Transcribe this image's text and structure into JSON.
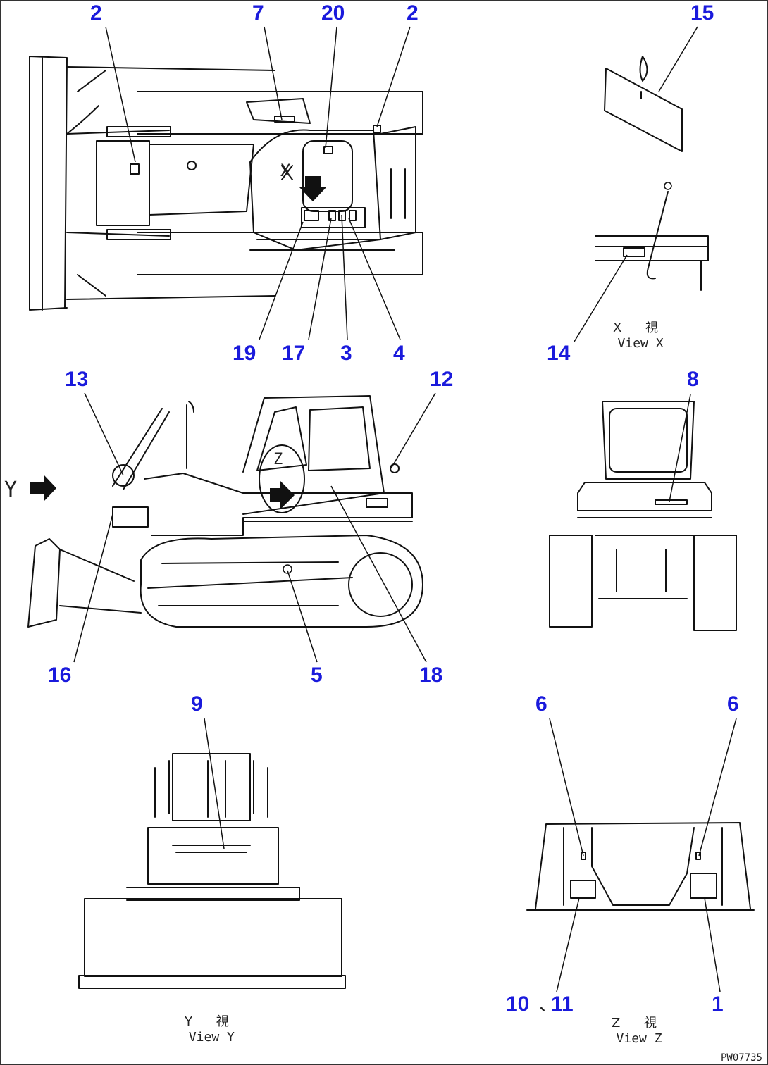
{
  "callouts": {
    "c2a": "2",
    "c7": "7",
    "c20": "20",
    "c2b": "2",
    "c15": "15",
    "c19": "19",
    "c17": "17",
    "c3": "3",
    "c4": "4",
    "c14": "14",
    "c13": "13",
    "c12": "12",
    "c8": "8",
    "c16": "16",
    "c5": "5",
    "c18": "18",
    "c9": "9",
    "c6a": "6",
    "c6b": "6",
    "c10": "10",
    "csep": "、",
    "c11": "11",
    "c1": "1"
  },
  "view_labels": {
    "x_jp": "X 視",
    "x_en": "View X",
    "y_jp": "Y 視",
    "y_en": "View Y",
    "z_jp": "Z 視",
    "z_en": "View Z"
  },
  "side_view_markers": {
    "arrow_y": "Y",
    "circle_z": "Z",
    "circle_x": "X"
  },
  "drawing_code": "PW07735",
  "colors": {
    "callout": "#1a1adc",
    "line": "#111111"
  }
}
